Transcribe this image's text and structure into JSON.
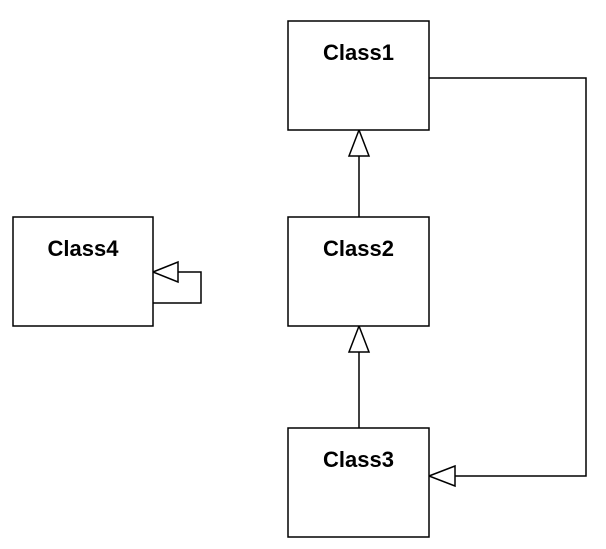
{
  "diagram": {
    "classes": [
      {
        "id": "class1",
        "name": "Class1"
      },
      {
        "id": "class2",
        "name": "Class2"
      },
      {
        "id": "class3",
        "name": "Class3"
      },
      {
        "id": "class4",
        "name": "Class4"
      }
    ],
    "relations": [
      {
        "from": "Class2",
        "to": "Class1",
        "type": "generalization"
      },
      {
        "from": "Class3",
        "to": "Class2",
        "type": "generalization"
      },
      {
        "from": "Class1",
        "to": "Class3",
        "type": "generalization"
      },
      {
        "from": "Class4",
        "to": "Class4",
        "type": "generalization"
      }
    ],
    "colors": {
      "stroke": "#000000",
      "fill": "#ffffff"
    }
  }
}
